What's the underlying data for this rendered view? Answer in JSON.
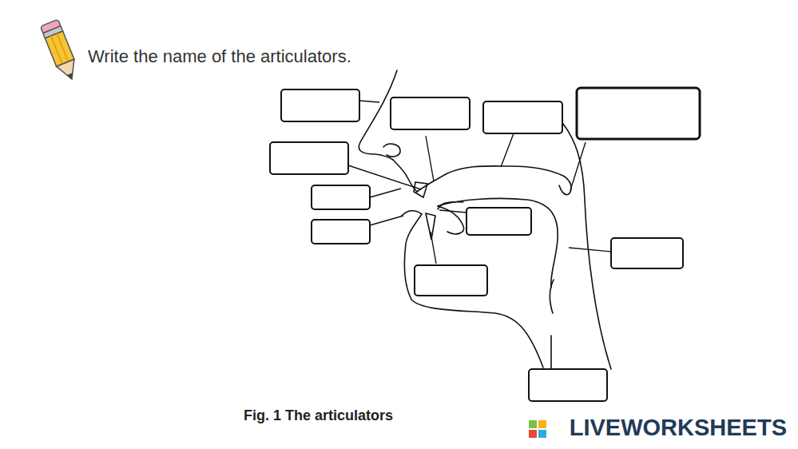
{
  "diagram": {
    "title": "Write the name of the articulators.",
    "caption": "Fig. 1 The articulators",
    "labels": [
      "LIVEWORKSHEETS"
    ]
  }
}
